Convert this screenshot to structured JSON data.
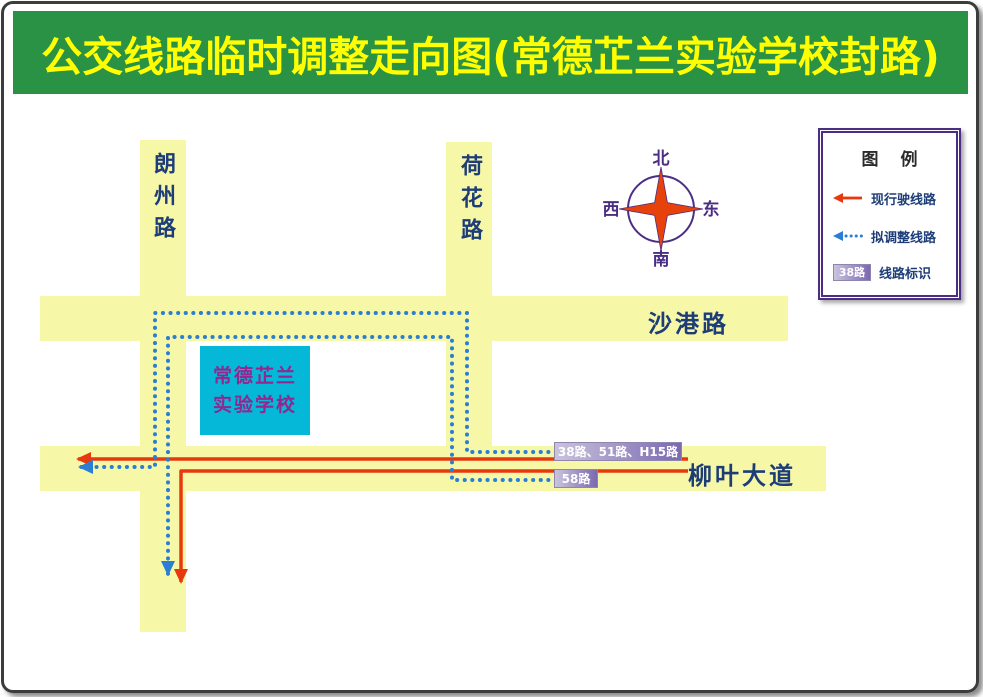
{
  "title": "公交线路临时调整走向图(常德芷兰实验学校封路)",
  "roads": {
    "langzhou": "朗州路",
    "hehua": "荷花路",
    "shagang": "沙港路",
    "liuye": "柳叶大道"
  },
  "school": {
    "line1": "常德芷兰",
    "line2": "实验学校"
  },
  "compass": {
    "north": "北",
    "south": "南",
    "east": "东",
    "west": "西"
  },
  "route_badges": {
    "group1": "38路、51路、H15路",
    "group2": "58路"
  },
  "legend": {
    "title": "图 例",
    "items": [
      {
        "symbol": "red-solid-arrow",
        "label": "现行驶线路"
      },
      {
        "symbol": "blue-dashed-arrow",
        "label": "拟调整线路"
      },
      {
        "symbol": "route-badge",
        "badge": "38路",
        "label": "线路标识"
      }
    ]
  },
  "colors": {
    "banner_green": "#2a9245",
    "title_yellow": "#ffff00",
    "road_yellow": "#f7f7a8",
    "road_label_navy": "#1d3d78",
    "school_cyan": "#06b8d8",
    "school_text_purple": "#91278f",
    "route_current_red": "#e8380d",
    "route_proposed_blue": "#2a7fd4",
    "badge_purple": "#7b68b2",
    "legend_border_purple": "#4b2e83"
  }
}
